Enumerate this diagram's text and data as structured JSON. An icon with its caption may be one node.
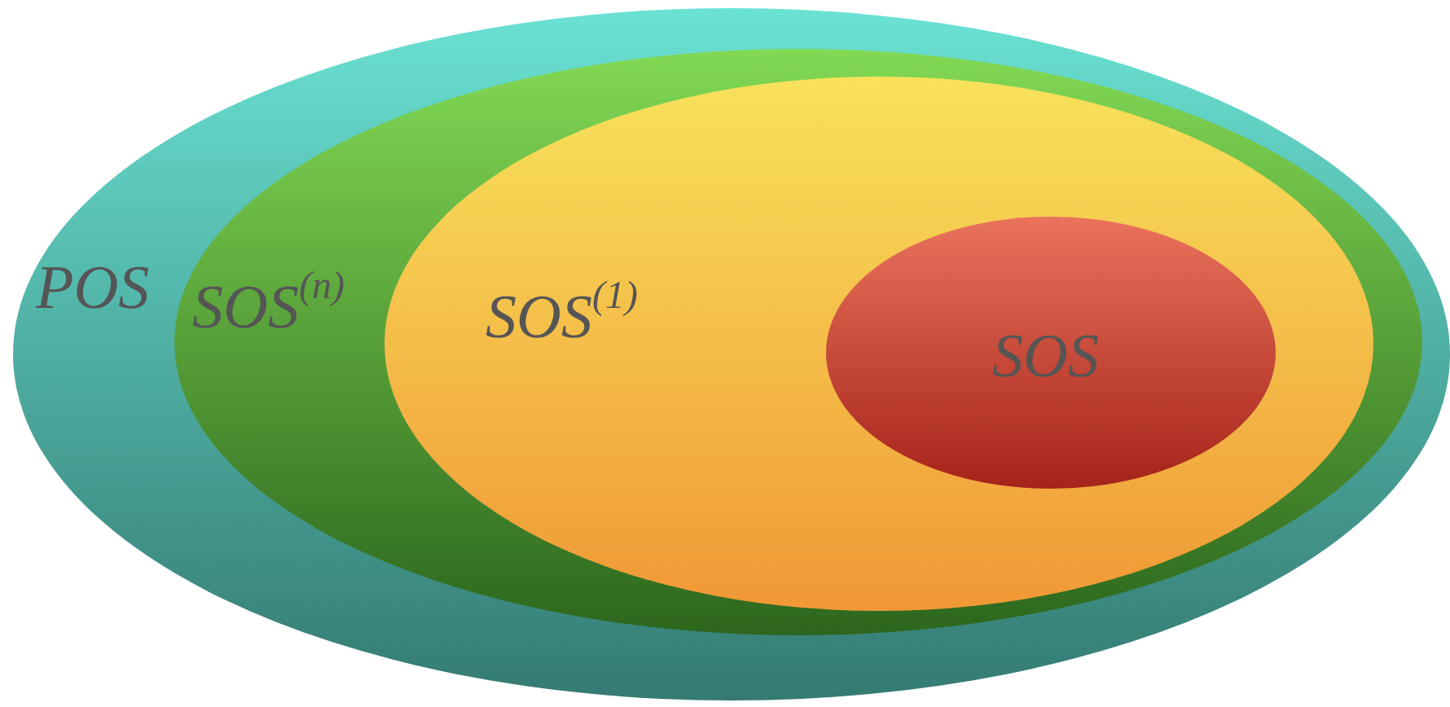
{
  "diagram": {
    "nodes": [
      {
        "text": [
          "POS"
        ]
      },
      {
        "text": [
          "SOS$^{(n)}$"
        ],
        "in": 0
      },
      {
        "text": [
          "SOS$^{(1)}$"
        ],
        "in": 1
      },
      {
        "text": [
          "SOS"
        ],
        "in": 2
      }
    ]
  }
}
